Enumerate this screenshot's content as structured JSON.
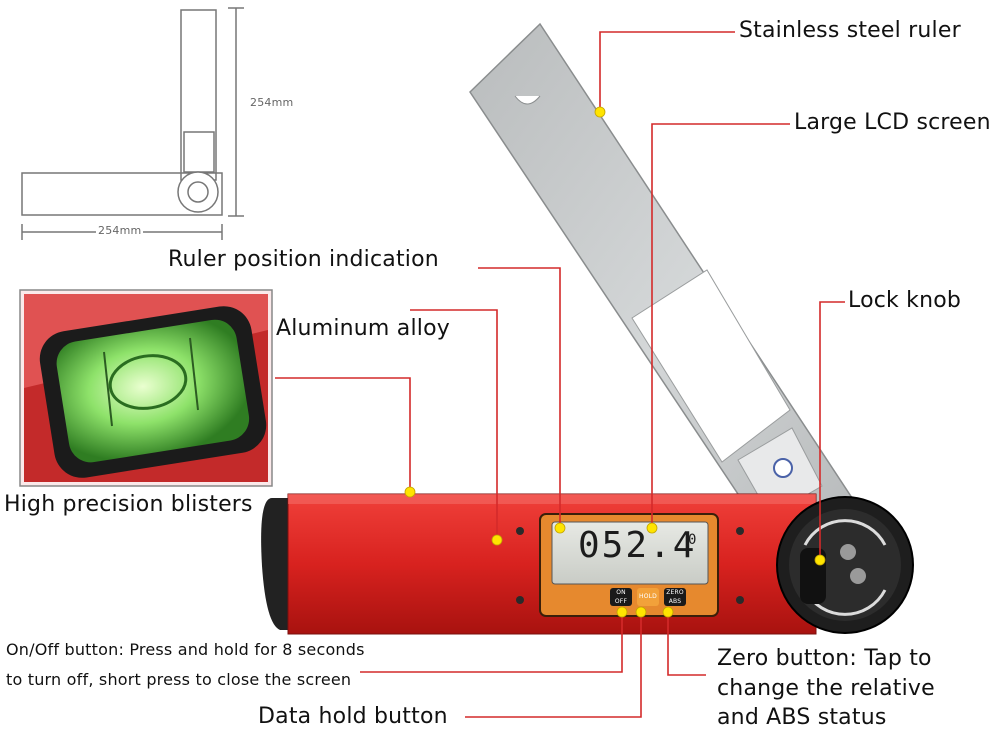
{
  "dims": {
    "height": "254mm",
    "width": "254mm"
  },
  "lcd": {
    "reading": "052.4",
    "sup": "0"
  },
  "buttons": {
    "left": "ON OFF",
    "middle": "HOLD",
    "right": "ZERO ABS"
  },
  "labels": {
    "steel_ruler": "Stainless steel ruler",
    "lcd_screen": "Large LCD screen",
    "ruler_position": "Ruler position indication",
    "lock_knob": "Lock knob",
    "aluminum": "Aluminum alloy",
    "blisters": "High precision blisters",
    "onoff_line1": "On/Off button: Press and hold for 8 seconds",
    "onoff_line2": "to turn off, short press to close the screen",
    "data_hold": "Data hold button",
    "zero_line1": "Zero button: Tap to",
    "zero_line2": "change the relative",
    "zero_line3": "and ABS status"
  },
  "colors": {
    "leader": "#d42a2a",
    "marker": "#ffe400",
    "body_red": "#d8221f",
    "steel": "#c9cccd"
  }
}
